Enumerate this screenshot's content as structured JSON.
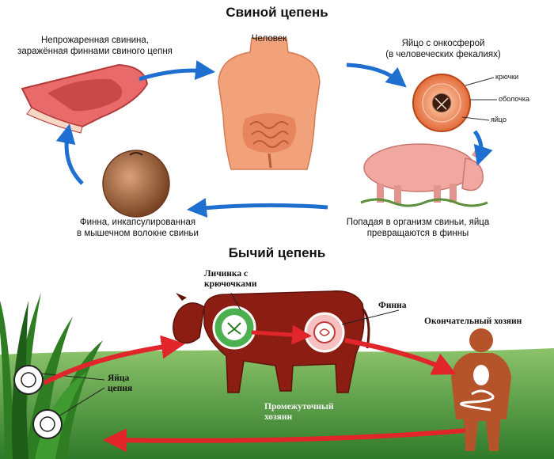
{
  "pork": {
    "title": "Свиной цепень",
    "meat_label_line1": "Непрожаренная свинина,",
    "meat_label_line2": "заражённая финнами свиного цепня",
    "human_label": "Человек",
    "egg_label_line1": "Яйцо с онкосферой",
    "egg_label_line2": "(в человеческих фекалиях)",
    "egg_parts": [
      "крючки",
      "оболочка",
      "яйцо"
    ],
    "pig_label_line1": "Попадая в организм свиньи, яйца",
    "pig_label_line2": "превращаются в финны",
    "cyst_label_line1": "Финна, инкапсулированная",
    "cyst_label_line2": "в мышечном волокне свиньи"
  },
  "beef": {
    "title": "Бычий цепень",
    "larva_label_line1": "Личинка с",
    "larva_label_line2": "крючочками",
    "finna_label": "Финна",
    "final_host_label": "Окончательный хозяин",
    "eggs_label_line1": "Яйца",
    "eggs_label_line2": "цепня",
    "intermediate_label_line1": "Промежуточный",
    "intermediate_label_line2": "хозяин"
  },
  "colors": {
    "blue_arrow": "#1f6fd1",
    "red_arrow": "#e0262b",
    "skin": "#f2a27a",
    "cow": "#8b1d12",
    "host": "#b5532a",
    "grass": "#3d8a2c"
  }
}
